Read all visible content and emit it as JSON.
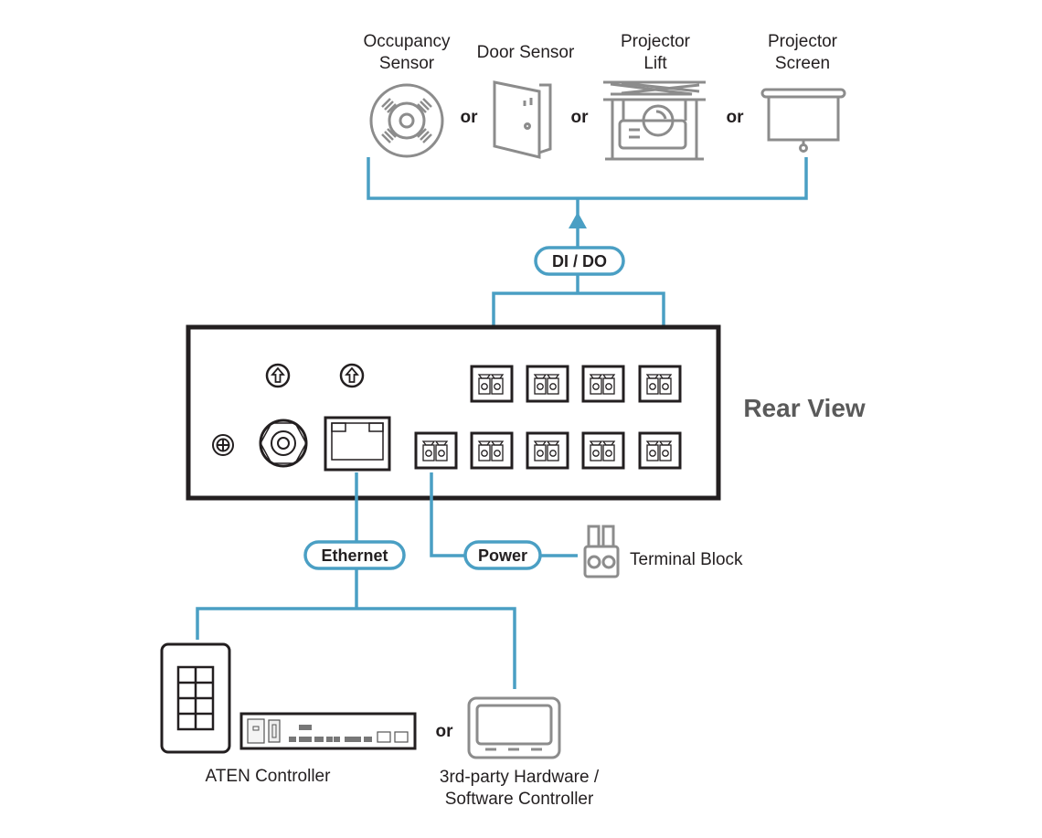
{
  "devices": {
    "occupancy_sensor": {
      "line1": "Occupancy",
      "line2": "Sensor"
    },
    "door_sensor": {
      "line1": "Door Sensor"
    },
    "projector_lift": {
      "line1": "Projector",
      "line2": "Lift"
    },
    "projector_screen": {
      "line1": "Projector",
      "line2": "Screen"
    },
    "separators": [
      "or",
      "or",
      "or"
    ]
  },
  "connections": {
    "dido": "DI / DO",
    "ethernet": "Ethernet",
    "power": "Power"
  },
  "rear_view_label": "Rear View",
  "terminal_block_label": "Terminal Block",
  "controllers": {
    "aten_label": "ATEN Controller",
    "or": "or",
    "third_party_line1": "3rd-party Hardware /",
    "third_party_line2": "Software Controller"
  },
  "colors": {
    "wire": "#4a9fc4",
    "icon_gray": "#8c8c8c",
    "device_outline": "#231f20",
    "rear_view_text": "#5a5a5a"
  }
}
